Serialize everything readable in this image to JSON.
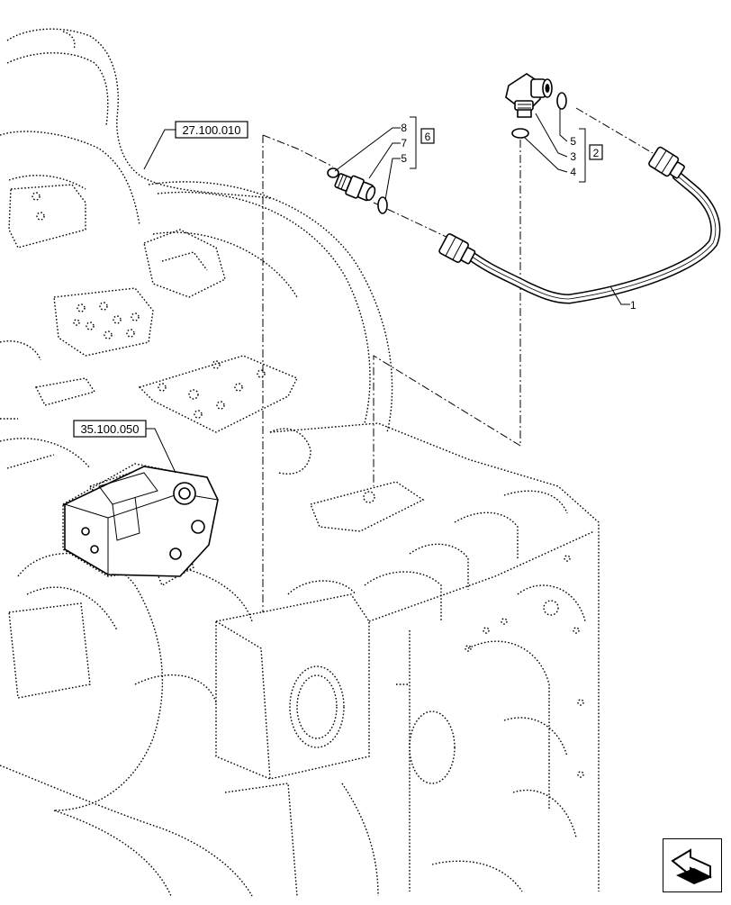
{
  "references": {
    "ref_1": "27.100.010",
    "ref_2": "35.100.050"
  },
  "callouts": {
    "group_a": [
      "8",
      "7",
      "5"
    ],
    "group_a_kit": "6",
    "group_b": [
      "5",
      "3",
      "4"
    ],
    "group_b_kit": "2",
    "pipe": "1"
  },
  "nav": {
    "icon": "next-page-arrow-icon"
  }
}
